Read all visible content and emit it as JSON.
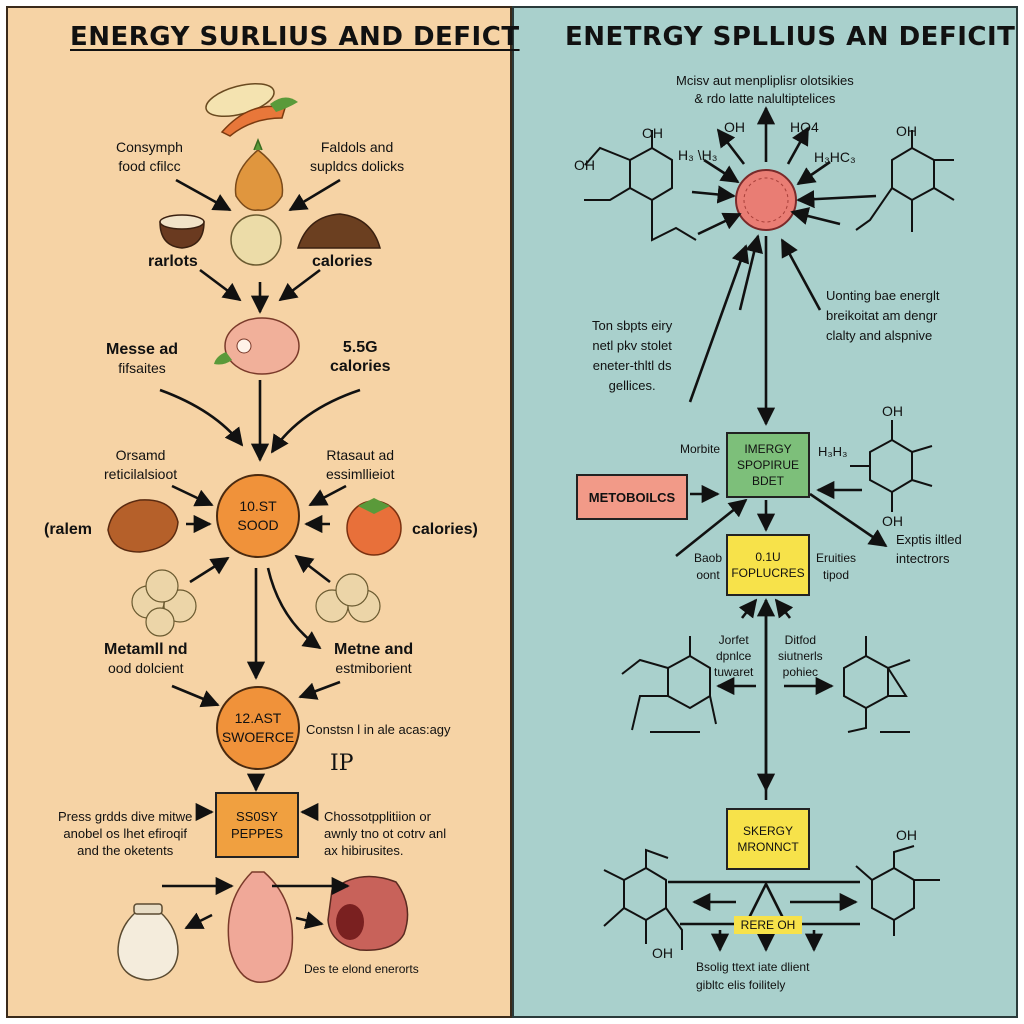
{
  "left": {
    "title": "ENERGY SURLIUS AND DEFICT",
    "labels": {
      "consumption": [
        "Consymph",
        "food cfilcc"
      ],
      "faldols": [
        "Faldols and",
        "supldcs dolicks"
      ],
      "rarlots": "rarlots",
      "calories_top": "calories",
      "messe": [
        "Messe ad",
        "fifsaites"
      ],
      "kcal": [
        "5.5G",
        "calories"
      ],
      "orsamd": [
        "Orsamd",
        "reticilalsioot"
      ],
      "rtasaut": [
        "Rtasaut ad",
        "essimllieiot"
      ],
      "ralem": "(ralem",
      "calories_right": "calories)",
      "metamlind": [
        "Metamll nd",
        "ood dolcient"
      ],
      "metne": [
        "Metne and",
        "estmiborient"
      ],
      "constent": "Constsn l in ale acas:agy",
      "ip": "IP",
      "press": [
        "Press grdds dive mitwe",
        "anobel os lhet efiroqif",
        "and the oketents"
      ],
      "chosso": [
        "Chossotpplitiion or",
        "awnly tno ot cotrv anl",
        "ax hibirusites."
      ],
      "deste": "Des te elond enerorts"
    },
    "nodes": {
      "circle1": [
        "10.ST",
        "SOOD"
      ],
      "circle2": [
        "12.AST",
        "SWOERCE"
      ],
      "box": [
        "SS0SY",
        "PEPPES"
      ]
    }
  },
  "right": {
    "title": "ENETRGY SPLLIUS AN DEFICIT",
    "labels": {
      "top_note": [
        "Mcisv aut menpliplisr olotsikies",
        "& rdo latte nalultiptelices"
      ],
      "oh1": "OH",
      "ho4": "HO4",
      "hvh": "H₃ \\H₃",
      "hhc": "H₃HC₃",
      "left_note": [
        "Ton sbpts eiry",
        "netl pkv stolet",
        "eneter-thltl ds",
        "gellices."
      ],
      "right_note": [
        "Uonting bae energlt",
        "breikoitat am dengr",
        "clalty and alspnive"
      ],
      "morbite": "Morbite",
      "hh": "H₃H₃",
      "expls": [
        "Exptis iltled",
        "intectrors"
      ],
      "baob": [
        "Baob",
        "oont"
      ],
      "eruities": [
        "Eruities",
        "tipod"
      ],
      "jorfet": [
        "Jorfet",
        "dpnlce",
        "tuwaret"
      ],
      "ditfod": [
        "Ditfod",
        "siutnerls",
        "pohiec"
      ],
      "footer": [
        "Bsolig  ttext iate  dlient",
        "gibltc    elis    foilitely"
      ]
    },
    "nodes": {
      "energy_box": [
        "IMERGY",
        "SPOPIRUE",
        "BDET"
      ],
      "metabolics_box": "METOBOILCS",
      "yellow_box": [
        "0.1U",
        "FOPLUCRES"
      ],
      "skergy_box": [
        "SKERGY",
        "MRONNCT"
      ],
      "bottom_label": "RERE OH"
    }
  },
  "colors": {
    "left_bg": "#f6d3a5",
    "right_bg": "#a9d0cc",
    "node_orange": "#f0923a",
    "box_orange": "#f0a040",
    "box_green": "#7dbf7a",
    "box_pink": "#f29a88",
    "box_yellow": "#f7e24a",
    "center_red": "#e97d74"
  }
}
